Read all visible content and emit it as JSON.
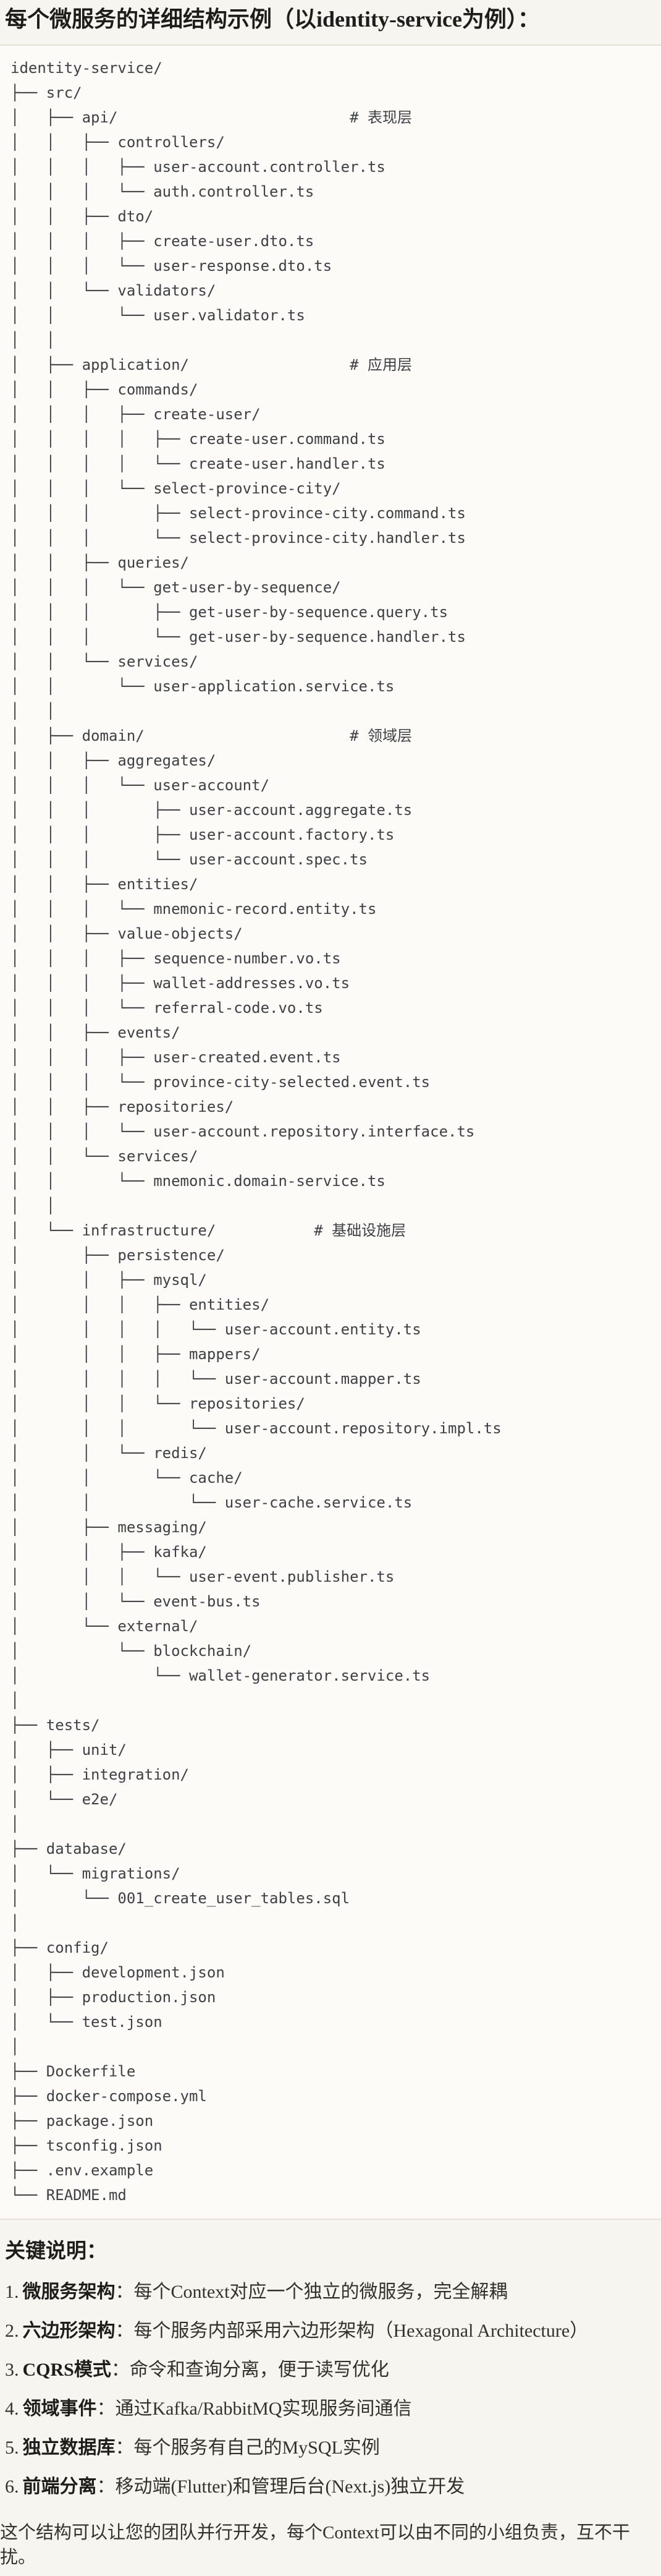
{
  "page": {
    "title": "每个微服务的详细结构示例（以identity-service为例）："
  },
  "code_block": {
    "lines": [
      "identity-service/",
      "├── src/",
      "│   ├── api/                          # 表现层",
      "│   │   ├── controllers/",
      "│   │   │   ├── user-account.controller.ts",
      "│   │   │   └── auth.controller.ts",
      "│   │   ├── dto/",
      "│   │   │   ├── create-user.dto.ts",
      "│   │   │   └── user-response.dto.ts",
      "│   │   └── validators/",
      "│   │       └── user.validator.ts",
      "│   │",
      "│   ├── application/                  # 应用层",
      "│   │   ├── commands/",
      "│   │   │   ├── create-user/",
      "│   │   │   │   ├── create-user.command.ts",
      "│   │   │   │   └── create-user.handler.ts",
      "│   │   │   └── select-province-city/",
      "│   │   │       ├── select-province-city.command.ts",
      "│   │   │       └── select-province-city.handler.ts",
      "│   │   ├── queries/",
      "│   │   │   └── get-user-by-sequence/",
      "│   │   │       ├── get-user-by-sequence.query.ts",
      "│   │   │       └── get-user-by-sequence.handler.ts",
      "│   │   └── services/",
      "│   │       └── user-application.service.ts",
      "│   │",
      "│   ├── domain/                       # 领域层",
      "│   │   ├── aggregates/",
      "│   │   │   └── user-account/",
      "│   │   │       ├── user-account.aggregate.ts",
      "│   │   │       ├── user-account.factory.ts",
      "│   │   │       └── user-account.spec.ts",
      "│   │   ├── entities/",
      "│   │   │   └── mnemonic-record.entity.ts",
      "│   │   ├── value-objects/",
      "│   │   │   ├── sequence-number.vo.ts",
      "│   │   │   ├── wallet-addresses.vo.ts",
      "│   │   │   └── referral-code.vo.ts",
      "│   │   ├── events/",
      "│   │   │   ├── user-created.event.ts",
      "│   │   │   └── province-city-selected.event.ts",
      "│   │   ├── repositories/",
      "│   │   │   └── user-account.repository.interface.ts",
      "│   │   └── services/",
      "│   │       └── mnemonic.domain-service.ts",
      "│   │",
      "│   └── infrastructure/           # 基础设施层",
      "│       ├── persistence/",
      "│       │   ├── mysql/",
      "│       │   │   ├── entities/",
      "│       │   │   │   └── user-account.entity.ts",
      "│       │   │   ├── mappers/",
      "│       │   │   │   └── user-account.mapper.ts",
      "│       │   │   └── repositories/",
      "│       │   │       └── user-account.repository.impl.ts",
      "│       │   └── redis/",
      "│       │       └── cache/",
      "│       │           └── user-cache.service.ts",
      "│       ├── messaging/",
      "│       │   ├── kafka/",
      "│       │   │   └── user-event.publisher.ts",
      "│       │   └── event-bus.ts",
      "│       └── external/",
      "│           └── blockchain/",
      "│               └── wallet-generator.service.ts",
      "│",
      "├── tests/",
      "│   ├── unit/",
      "│   ├── integration/",
      "│   └── e2e/",
      "│",
      "├── database/",
      "│   └── migrations/",
      "│       └── 001_create_user_tables.sql",
      "│",
      "├── config/",
      "│   ├── development.json",
      "│   ├── production.json",
      "│   └── test.json",
      "│",
      "├── Dockerfile",
      "├── docker-compose.yml",
      "├── package.json",
      "├── tsconfig.json",
      "├── .env.example",
      "└── README.md"
    ]
  },
  "key_points": {
    "heading": "关键说明：",
    "items": [
      {
        "num": "1.",
        "label": "微服务架构",
        "colon": "：",
        "text": "每个Context对应一个独立的微服务，完全解耦"
      },
      {
        "num": "2.",
        "label": "六边形架构",
        "colon": "：",
        "text": "每个服务内部采用六边形架构（Hexagonal Architecture）"
      },
      {
        "num": "3.",
        "label": "CQRS模式",
        "colon": "：",
        "text": "命令和查询分离，便于读写优化"
      },
      {
        "num": "4.",
        "label": "领域事件",
        "colon": "：",
        "text": "通过Kafka/RabbitMQ实现服务间通信"
      },
      {
        "num": "5.",
        "label": "独立数据库",
        "colon": "：",
        "text": "每个服务有自己的MySQL实例"
      },
      {
        "num": "6.",
        "label": "前端分离",
        "colon": "：",
        "text": "移动端(Flutter)和管理后台(Next.js)独立开发"
      }
    ],
    "footer": "这个结构可以让您的团队并行开发，每个Context可以由不同的小组负责，互不干扰。"
  }
}
